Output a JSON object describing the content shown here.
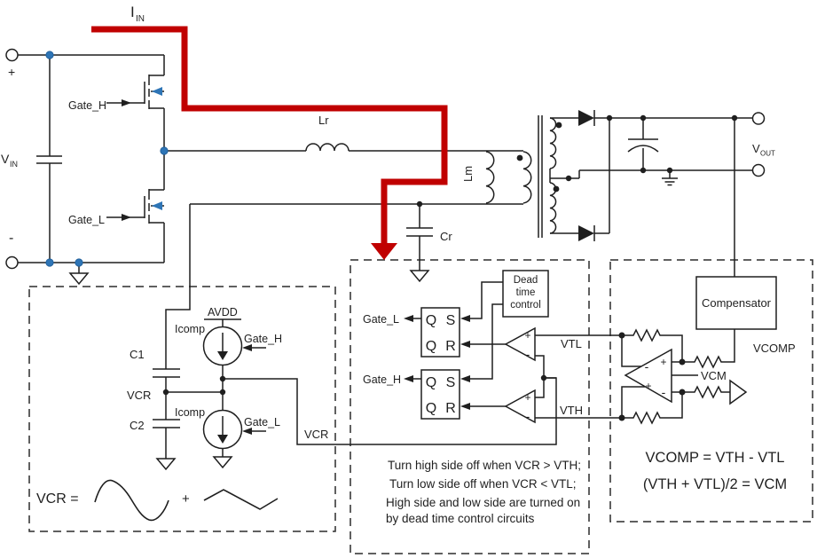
{
  "colors": {
    "line": "#1f1f1f",
    "current_path_red": "#c00000",
    "node_blue": "#2e75b6",
    "text": "#1f1f1f"
  },
  "power_stage": {
    "iin": {
      "base": "I",
      "sub": "IN"
    },
    "vin": {
      "base": "V",
      "sub": "IN"
    },
    "plus": "+",
    "minus": "-",
    "gate_h": "Gate_H",
    "gate_l": "Gate_L",
    "lr": "Lr",
    "lm": "Lm",
    "cr": "Cr",
    "vout": {
      "base": "V",
      "sub": "OUT"
    }
  },
  "vcr_generator": {
    "avdd": "AVDD",
    "icomp_top": "Icomp",
    "icomp_bottom": "Icomp",
    "gate_h": "Gate_H",
    "gate_l": "Gate_L",
    "c1": "C1",
    "c2": "C2",
    "vcr_node": "VCR",
    "vcr_out": "VCR",
    "vcr_equation_lhs": "VCR =",
    "plus": "+"
  },
  "gate_logic": {
    "dead_time_control": {
      "line1": "Dead",
      "line2": "time",
      "line3": "control"
    },
    "ff_top": {
      "q1": "Q",
      "s": "S",
      "q2": "Q",
      "r": "R"
    },
    "ff_bottom": {
      "q1": "Q",
      "s": "S",
      "q2": "Q",
      "r": "R"
    },
    "gate_l": "Gate_L",
    "gate_h": "Gate_H",
    "vtl": "VTL",
    "vth": "VTH",
    "cmp_plus": "+",
    "cmp_minus": "-",
    "notes": [
      "Turn high side off when VCR > VTH;",
      "Turn low side off when VCR < VTL;",
      "High side and low side are turned on",
      "by dead time control circuits"
    ]
  },
  "compensation": {
    "compensator": "Compensator",
    "vcomp": "VCOMP",
    "vcm": "VCM",
    "plus": "+",
    "minus": "-",
    "eq1": "VCOMP = VTH - VTL",
    "eq2": "(VTH + VTL)/2 = VCM"
  }
}
